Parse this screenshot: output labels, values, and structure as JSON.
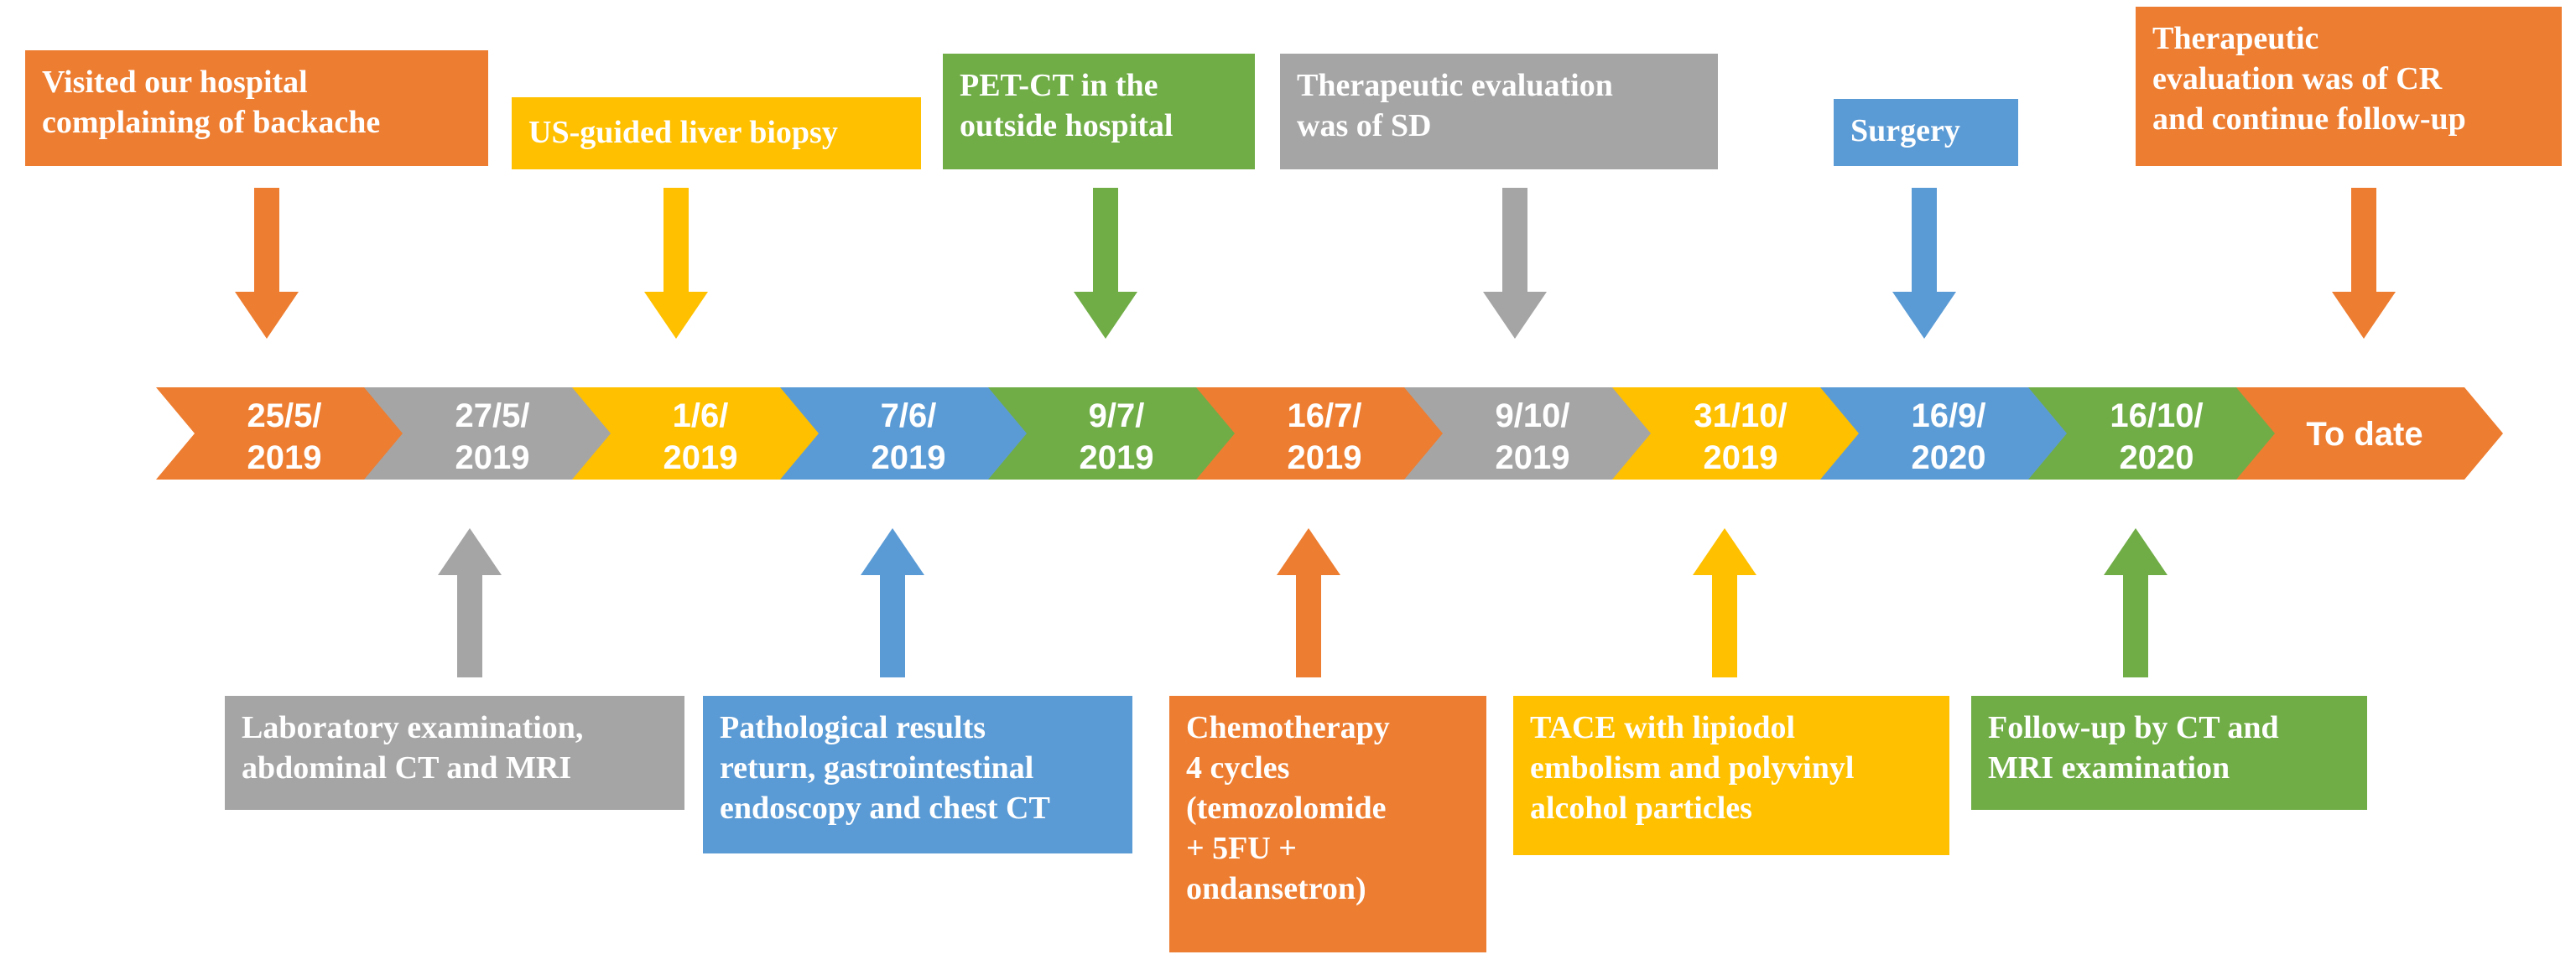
{
  "colors": {
    "orange": "#ED7D31",
    "gray": "#A5A5A5",
    "yellow": "#FFC000",
    "blue": "#5B9BD5",
    "green": "#70AD47"
  },
  "timeline": {
    "dates": [
      {
        "line1": "25/5/",
        "line2": "2019",
        "color": "orange"
      },
      {
        "line1": "27/5/",
        "line2": "2019",
        "color": "gray"
      },
      {
        "line1": "1/6/",
        "line2": "2019",
        "color": "yellow"
      },
      {
        "line1": "7/6/",
        "line2": "2019",
        "color": "blue"
      },
      {
        "line1": "9/7/",
        "line2": "2019",
        "color": "green"
      },
      {
        "line1": "16/7/",
        "line2": "2019",
        "color": "orange"
      },
      {
        "line1": "9/10/",
        "line2": "2019",
        "color": "gray"
      },
      {
        "line1": "31/10/",
        "line2": "2019",
        "color": "yellow"
      },
      {
        "line1": "16/9/",
        "line2": "2020",
        "color": "blue"
      },
      {
        "line1": "16/10/",
        "line2": "2020",
        "color": "green"
      },
      {
        "line1": "To date",
        "line2": "",
        "color": "orange"
      }
    ]
  },
  "events_above": [
    {
      "text": "Visited our hospital\ncomplaining of backache",
      "color": "orange"
    },
    {
      "text": "US-guided liver biopsy",
      "color": "yellow"
    },
    {
      "text": "PET-CT in the\noutside hospital",
      "color": "green"
    },
    {
      "text": "Therapeutic evaluation\nwas of SD",
      "color": "gray"
    },
    {
      "text": "Surgery",
      "color": "blue"
    },
    {
      "text": "Therapeutic\nevaluation was of CR\nand continue follow-up",
      "color": "orange"
    }
  ],
  "events_below": [
    {
      "text": " Laboratory examination,\nabdominal CT and MRI",
      "color": "gray"
    },
    {
      "text": " Pathological results\nreturn, gastrointestinal\nendoscopy and chest CT",
      "color": "blue"
    },
    {
      "text": "Chemotherapy\n4 cycles\n(temozolomide\n+ 5FU +\nondansetron)",
      "color": "orange"
    },
    {
      "text": "TACE with lipiodol\nembolism and polyvinyl\nalcohol particles",
      "color": "yellow"
    },
    {
      "text": "Follow-up by CT and\nMRI  examination",
      "color": "green"
    }
  ]
}
